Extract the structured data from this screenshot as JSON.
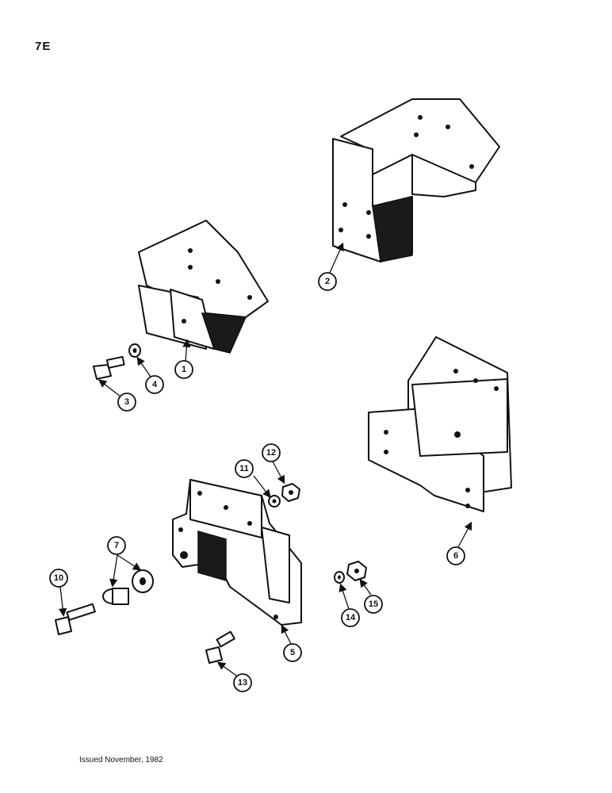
{
  "page": {
    "label": "7E",
    "footer": "Issued November, 1982"
  },
  "callouts": [
    {
      "id": "c1",
      "label": "1"
    },
    {
      "id": "c2",
      "label": "2"
    },
    {
      "id": "c3",
      "label": "3"
    },
    {
      "id": "c4",
      "label": "4"
    },
    {
      "id": "c5",
      "label": "5"
    },
    {
      "id": "c6",
      "label": "6"
    },
    {
      "id": "c7",
      "label": "7"
    },
    {
      "id": "c10",
      "label": "10"
    },
    {
      "id": "c11",
      "label": "11"
    },
    {
      "id": "c12",
      "label": "12"
    },
    {
      "id": "c13",
      "label": "13"
    },
    {
      "id": "c14",
      "label": "14"
    },
    {
      "id": "c15",
      "label": "15"
    }
  ]
}
